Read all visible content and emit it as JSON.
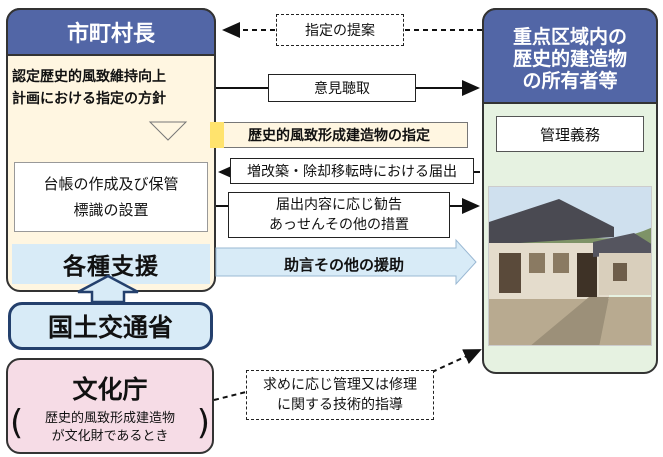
{
  "mayor": {
    "title": "市町村長",
    "policy_line1": "認定歴史的風致維持向上",
    "policy_line2": "計画における指定の方針",
    "register_line1": "台帳の作成及び保管",
    "register_line2": "標識の設置",
    "support": "各種支援"
  },
  "mlit": {
    "title": "国土交通省"
  },
  "bunka": {
    "title": "文化庁",
    "note_line1": "歴史的風致形成建造物",
    "note_line2": "が文化財であるとき",
    "paren_open": "(",
    "paren_close": ")"
  },
  "owner": {
    "title_line1": "重点区域内の",
    "title_line2": "歴史的建造物",
    "title_line3": "の所有者等",
    "duty": "管理義務"
  },
  "flows": {
    "proposal": "指定の提案",
    "hearing": "意見聴取",
    "designation": "歴史的風致形成建造物の指定",
    "notification": "増改築・除却移転時における届出",
    "recommend_line1": "届出内容に応じ勧告",
    "recommend_line2": "あっせんその他の措置",
    "advice": "助言その他の援助",
    "tech_line1": "求めに応じ管理又は修理",
    "tech_line2": "に関する技術的指導"
  }
}
